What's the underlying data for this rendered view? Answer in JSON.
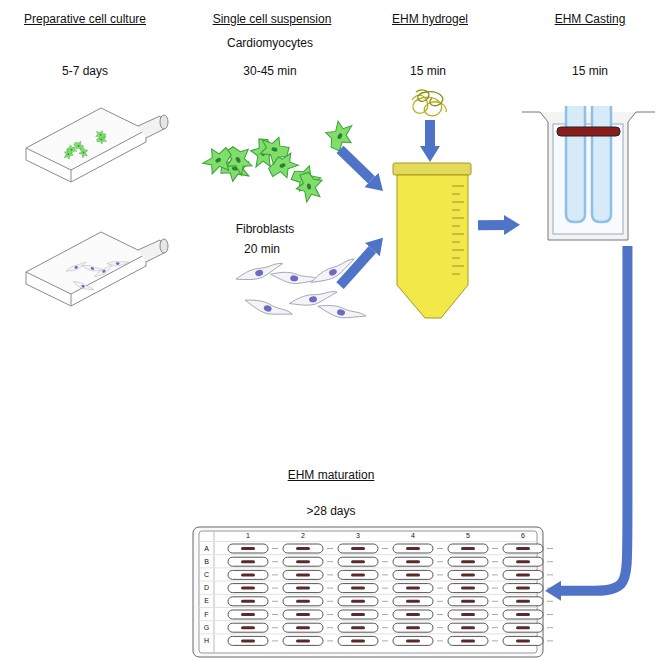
{
  "diagram": {
    "nodes": [
      {
        "text": [
          "Cardiomyocytes",
          "30-45 min"
        ]
      },
      {
        "text": [
          "Fibroblasts",
          "20 min"
        ]
      },
      {
        "text": [
          "EHM hydrogel",
          "15 min"
        ]
      },
      {
        "text": [
          "EHM Casting",
          "15 min"
        ]
      },
      {
        "text": [
          "EHM maturation",
          ">28 days"
        ]
      }
    ],
    "edges": [
      {
        "from": 0,
        "to": 2,
        "arrow": "to"
      },
      {
        "from": 1,
        "to": 2,
        "arrow": "to"
      },
      {
        "from": 2,
        "to": 3,
        "arrow": "to"
      },
      {
        "from": 3,
        "to": 4,
        "arrow": "to"
      }
    ],
    "labels": [
      "Preparative cell culture",
      "5-7 days",
      "Single cell suspension",
      "A",
      "B",
      "C",
      "D",
      "E",
      "F",
      "G",
      "H",
      "1",
      "2",
      "3",
      "4",
      "5",
      "6"
    ]
  }
}
